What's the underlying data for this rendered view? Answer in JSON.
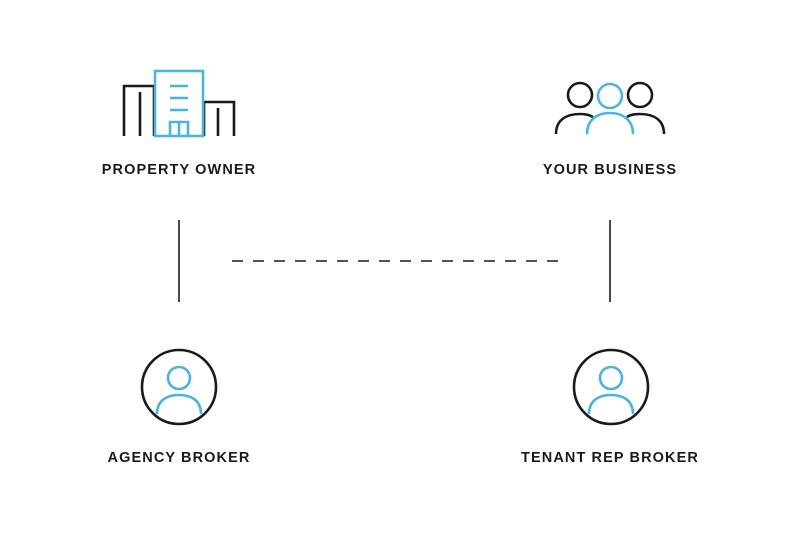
{
  "nodes": {
    "property_owner": {
      "label": "PROPERTY OWNER",
      "icon": "building-icon"
    },
    "your_business": {
      "label": "YOUR BUSINESS",
      "icon": "people-group-icon"
    },
    "agency_broker": {
      "label": "AGENCY BROKER",
      "icon": "user-circle-icon"
    },
    "tenant_rep_broker": {
      "label": "TENANT REP BROKER",
      "icon": "user-circle-icon"
    }
  },
  "colors": {
    "stroke": "#1a1a1a",
    "accent": "#4ab3de"
  }
}
